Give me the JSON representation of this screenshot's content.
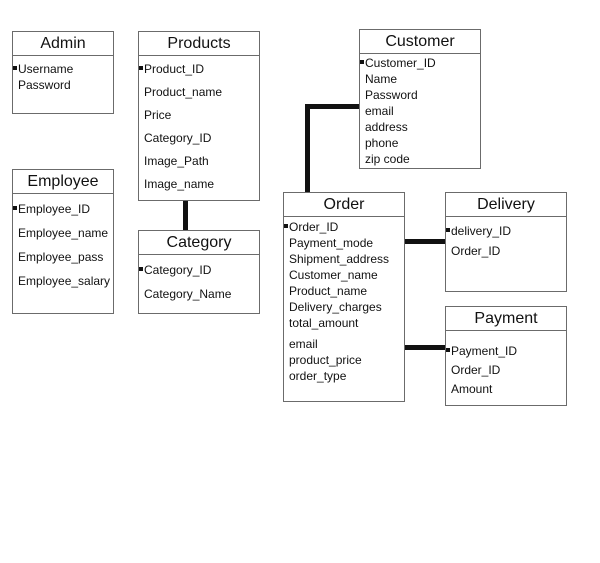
{
  "entities": {
    "admin": {
      "title": "Admin",
      "fields": [
        "Username",
        "Password"
      ]
    },
    "products": {
      "title": "Products",
      "fields": [
        "Product_ID",
        "Product_name",
        "Price",
        "Category_ID",
        "Image_Path",
        "Image_name"
      ]
    },
    "customer": {
      "title": "Customer",
      "fields": [
        "Customer_ID",
        "Name",
        "Password",
        "email",
        "address",
        "phone",
        "zip code"
      ]
    },
    "employee": {
      "title": "Employee",
      "fields": [
        "Employee_ID",
        "Employee_name",
        "Employee_pass",
        "Employee_salary"
      ]
    },
    "category": {
      "title": "Category",
      "fields": [
        "Category_ID",
        "Category_Name"
      ]
    },
    "order": {
      "title": "Order",
      "fields": [
        "Order_ID",
        "Payment_mode",
        "Shipment_address",
        "Customer_name",
        "Product_name",
        "Delivery_charges",
        "total_amount",
        "email",
        "product_price",
        "order_type"
      ]
    },
    "delivery": {
      "title": "Delivery",
      "fields": [
        "delivery_ID",
        "Order_ID"
      ]
    },
    "payment": {
      "title": "Payment",
      "fields": [
        "Payment_ID",
        "Order_ID",
        "Amount"
      ]
    }
  },
  "relationships": [
    {
      "from": "products",
      "to": "category"
    },
    {
      "from": "customer",
      "to": "order"
    },
    {
      "from": "order",
      "to": "delivery"
    },
    {
      "from": "order",
      "to": "payment"
    }
  ]
}
